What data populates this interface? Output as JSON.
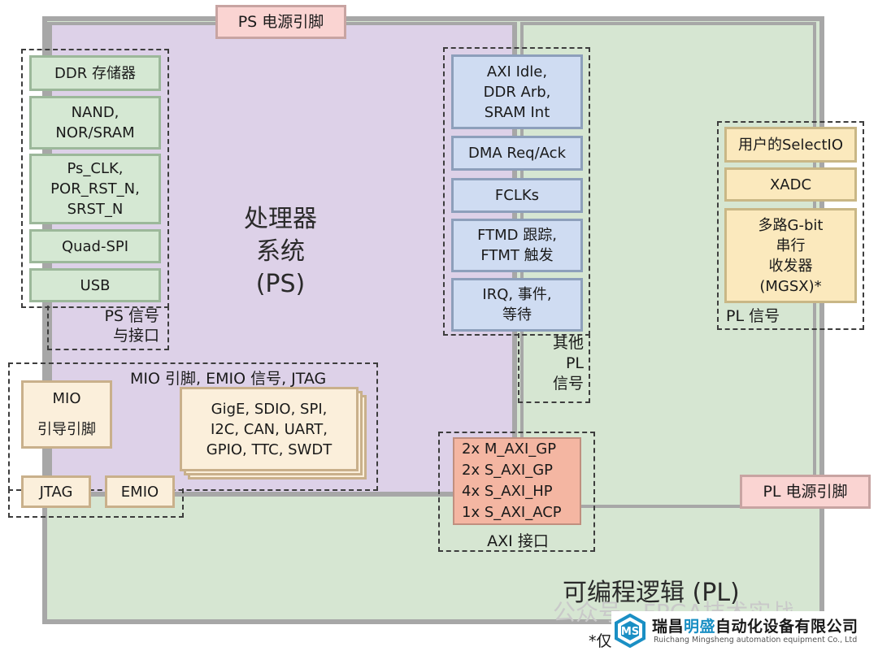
{
  "ps_power_pins": "PS 电源引脚",
  "pl_power_pins": "PL 电源引脚",
  "processor_system": "处理器\n系统\n(PS)",
  "programmable_logic": "可编程逻辑 (PL)",
  "ps_signals_group": {
    "items": [
      "DDR 存储器",
      "NAND,\nNOR/SRAM",
      "Ps_CLK,\nPOR_RST_N,\nSRST_N",
      "Quad-SPI",
      "USB"
    ],
    "label": "PS 信号\n与接口"
  },
  "other_pl_group": {
    "items": [
      "AXI Idle,\nDDR Arb,\nSRAM Int",
      "DMA Req/Ack",
      "FCLKs",
      "FTMD 跟踪,\nFTMT 触发",
      "IRQ, 事件,\n等待"
    ],
    "label": "其他\nPL\n信号"
  },
  "pl_signals_group": {
    "items": [
      "用户的SelectIO",
      "XADC",
      "多路G-bit\n串行\n收发器\n(MGSX)*"
    ],
    "label": "PL 信号"
  },
  "mio_group": {
    "title": "MIO 引脚, EMIO 信号, JTAG",
    "mio_box": "MIO",
    "boot_pins": "引导引脚",
    "peripherals": "GigE, SDIO, SPI,\nI2C, CAN, UART,\nGPIO, TTC, SWDT",
    "jtag": "JTAG",
    "emio": "EMIO"
  },
  "axi_group": {
    "lines": [
      "2x M_AXI_GP",
      "2x S_AXI_GP",
      "4x S_AXI_HP",
      "1x S_AXI_ACP"
    ],
    "label": "AXI 接口"
  },
  "footnote": "*仅",
  "watermark": "公众号 · FPGA技术实战",
  "company": {
    "name_part1": "瑞昌",
    "name_highlight": "明盛",
    "name_part2": "自动化设备有限公司",
    "english": "Ruichang Mingsheng automation equipment Co., Ltd"
  },
  "colors": {
    "ps_fill": "#ddd1e8",
    "pl_fill": "#d6e6d2",
    "frame": "#a7a7a7",
    "ps_signal_box": "#d5e8d3",
    "other_pl_box": "#cfdcf2",
    "pl_signal_box": "#fbe9bd",
    "mio_box": "#fbefdb",
    "axi_box": "#f4b6a2",
    "power_box": "#fad4d2",
    "logo_accent": "#1a8fc4"
  }
}
